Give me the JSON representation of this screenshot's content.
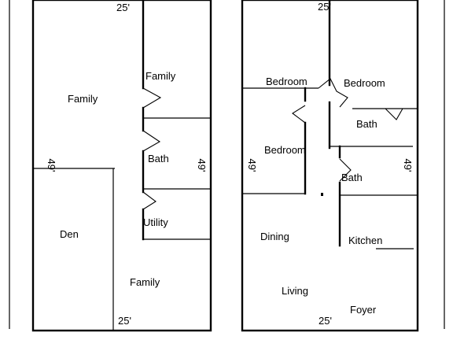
{
  "floor_plan": {
    "left_unit": {
      "dim_top": "25'",
      "dim_bottom": "25'",
      "dim_left": "49'",
      "dim_right": "49'",
      "rooms": {
        "family_upper_right": "Family",
        "family_upper_left": "Family",
        "bath": "Bath",
        "utility": "Utility",
        "den": "Den",
        "family_lower": "Family"
      }
    },
    "right_unit": {
      "dim_top": "25'",
      "dim_bottom": "25'",
      "dim_left": "49'",
      "dim_right": "49'",
      "rooms": {
        "bedroom_1": "Bedroom",
        "bedroom_2": "Bedroom",
        "bedroom_3": "Bedroom",
        "bath_1": "Bath",
        "bath_2": "Bath",
        "dining": "Dining",
        "kitchen": "Kitchen",
        "living": "Living",
        "foyer": "Foyer"
      }
    }
  }
}
